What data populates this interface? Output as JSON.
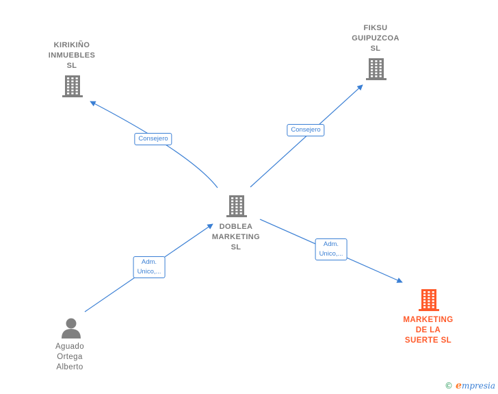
{
  "nodes": [
    {
      "id": "kirikino",
      "label": "KIRIKIÑO\nINMUEBLES\nSL",
      "type": "company"
    },
    {
      "id": "fiksu",
      "label": "FIKSU\nGUIPUZCOA\nSL",
      "type": "company"
    },
    {
      "id": "doblea",
      "label": "DOBLEA\nMARKETING\nSL",
      "type": "company"
    },
    {
      "id": "suerte",
      "label": "MARKETING\nDE LA\nSUERTE  SL",
      "type": "company-main"
    },
    {
      "id": "aguado",
      "label": "Aguado\nOrtega\nAlberto",
      "type": "person"
    }
  ],
  "edges": [
    {
      "from": "doblea",
      "to": "kirikino",
      "label": "Consejero"
    },
    {
      "from": "doblea",
      "to": "fiksu",
      "label": "Consejero"
    },
    {
      "from": "doblea",
      "to": "suerte",
      "label": "Adm.\nUnico,..."
    },
    {
      "from": "aguado",
      "to": "doblea",
      "label": "Adm.\nUnico,..."
    }
  ],
  "colors": {
    "edge": "#3a7fd4",
    "company_icon": "#808080",
    "main_icon": "#ff5a2a",
    "person_icon": "#808080"
  },
  "footer": {
    "copyright": "©",
    "brand_initial": "e",
    "brand_rest": "mpresia"
  }
}
